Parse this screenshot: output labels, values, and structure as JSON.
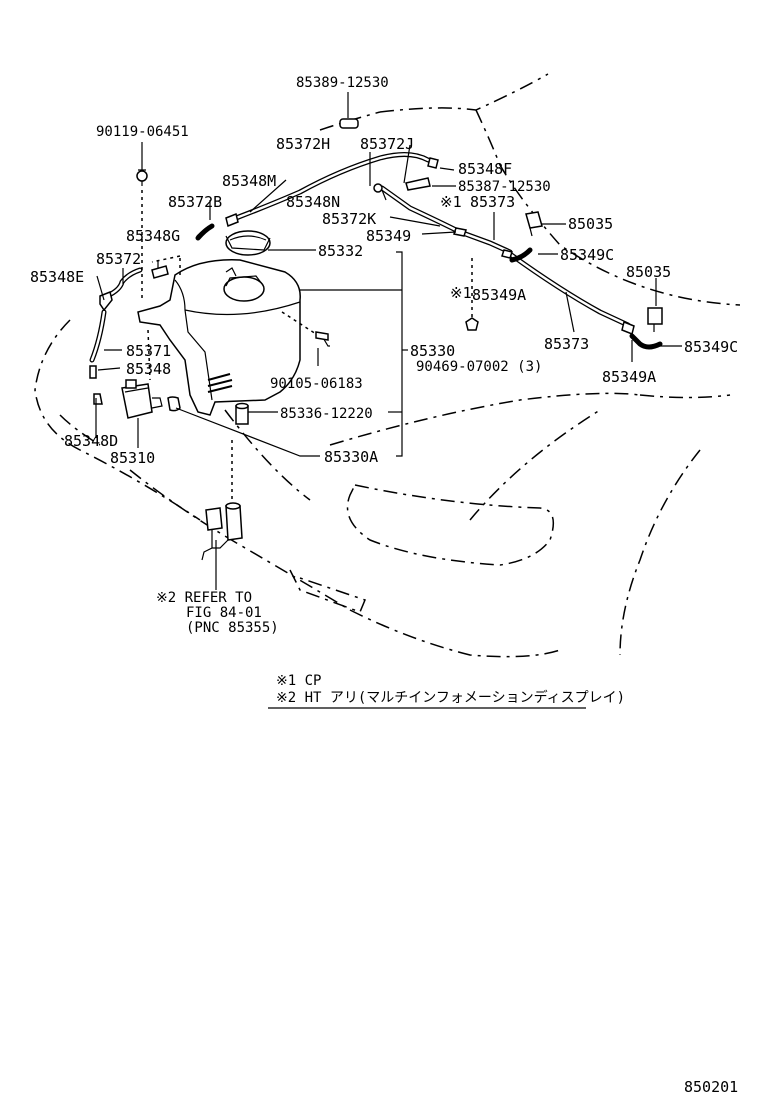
{
  "labels": {
    "p85389_12530": "85389-12530",
    "p90119_06451": "90119-06451",
    "p85372H": "85372H",
    "p85372J": "85372J",
    "p85348F": "85348F",
    "p85348M": "85348M",
    "p85387_12530": "85387-12530",
    "p85372B": "85372B",
    "p85348N": "85348N",
    "note1_a": "※1",
    "p85373_top": "85373",
    "p85372K": "85372K",
    "p85035_top": "85035",
    "p85348G": "85348G",
    "p85349": "85349",
    "p85332": "85332",
    "p85349C_top": "85349C",
    "p85372": "85372",
    "p85348E": "85348E",
    "p85035_right": "85035",
    "note1_b": "※1",
    "p85349A_mid": "85349A",
    "p85373_lower": "85373",
    "p85371": "85371",
    "p85330": "85330",
    "p85349C_right": "85349C",
    "p85348": "85348",
    "p90469_07002": "90469-07002 (3)",
    "p85349A_right": "85349A",
    "p90105_06183": "90105-06183",
    "p85336_12220": "85336-12220",
    "p85348D": "85348D",
    "p85310": "85310",
    "p85330A": "85330A",
    "refer_line1": "※2 REFER TO",
    "refer_line2": "FIG 84-01",
    "refer_line3": "(PNC 85355)",
    "footnote1": "※1 CP",
    "footnote2": "※2 HT アリ(マルチインフォメーションディスプレイ)",
    "figure_code": "850201"
  }
}
